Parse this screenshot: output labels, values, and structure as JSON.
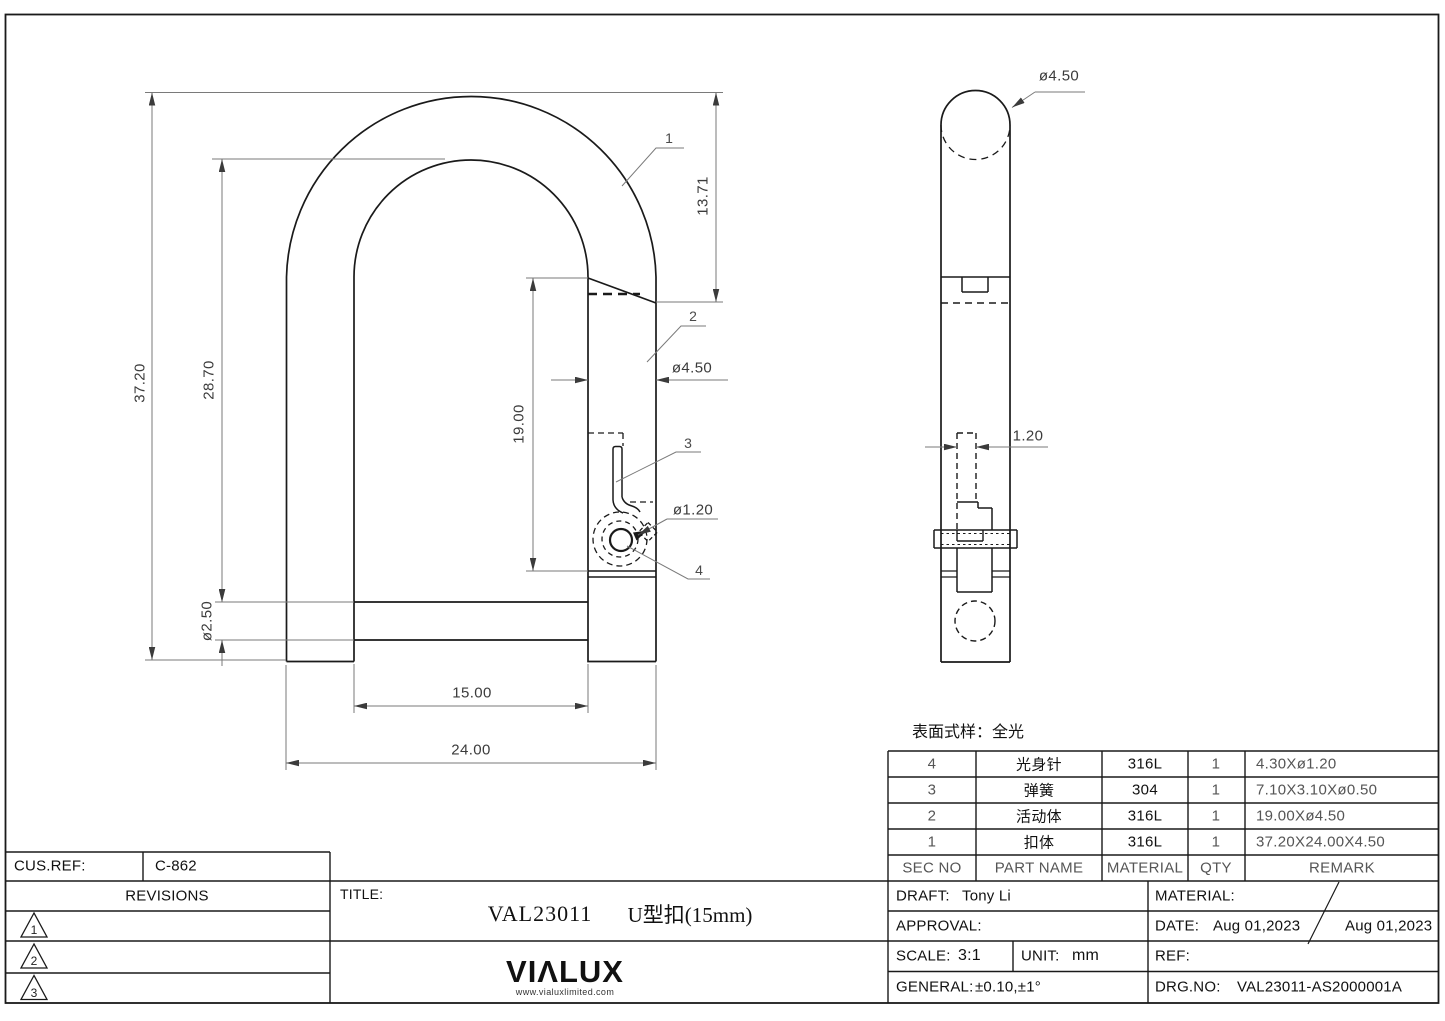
{
  "surface_note": "表面式样：全光",
  "front": {
    "dims": {
      "total_height": "37.20",
      "inner_height": "28.70",
      "pin_dia": "ø2.50",
      "arc_height": "13.71",
      "slider_len": "19.00",
      "wire_dia": "ø4.50",
      "hole_dia": "ø1.20",
      "inner_width": "15.00",
      "outer_width": "24.00"
    },
    "callouts": {
      "c1": "1",
      "c2": "2",
      "c3": "3",
      "c4": "4"
    }
  },
  "side": {
    "dims": {
      "wire_dia": "ø4.50",
      "slot_width": "1.20"
    }
  },
  "parts_table": {
    "headers": {
      "sec_no": "SEC NO",
      "part_name": "PART NAME",
      "material": "MATERIAL",
      "qty": "QTY",
      "remark": "REMARK"
    },
    "rows": [
      {
        "sec_no": "4",
        "part_name": "光身针",
        "material": "316L",
        "qty": "1",
        "remark": "4.30Xø1.20"
      },
      {
        "sec_no": "3",
        "part_name": "弹簧",
        "material": "304",
        "qty": "1",
        "remark": "7.10X3.10Xø0.50"
      },
      {
        "sec_no": "2",
        "part_name": "活动体",
        "material": "316L",
        "qty": "1",
        "remark": "19.00Xø4.50"
      },
      {
        "sec_no": "1",
        "part_name": "扣体",
        "material": "316L",
        "qty": "1",
        "remark": "37.20X24.00X4.50"
      }
    ]
  },
  "title_block": {
    "cus_ref_label": "CUS.REF:",
    "cus_ref_value": "C-862",
    "revisions_label": "REVISIONS",
    "rev1": "1",
    "rev2": "2",
    "rev3": "3",
    "title_label": "TITLE:",
    "title_code": "VAL23011",
    "title_name": "U型扣(15mm)",
    "logo_text": "VIΛLUX",
    "logo_url": "www.vialuxlimited.com",
    "draft_label": "DRAFT:",
    "draft_value": "Tony Li",
    "approval_label": "APPROVAL:",
    "scale_label": "SCALE:",
    "scale_value": "3:1",
    "unit_label": "UNIT:",
    "unit_value": "mm",
    "general_label": "GENERAL:",
    "general_value": "±0.10,±1°",
    "material_label": "MATERIAL:",
    "date_label": "DATE:",
    "date_value": "Aug 01,2023",
    "date_value2": "Aug 01,2023",
    "ref_label": "REF:",
    "drg_label": "DRG.NO:",
    "drg_value": "VAL23011-AS2000001A"
  }
}
